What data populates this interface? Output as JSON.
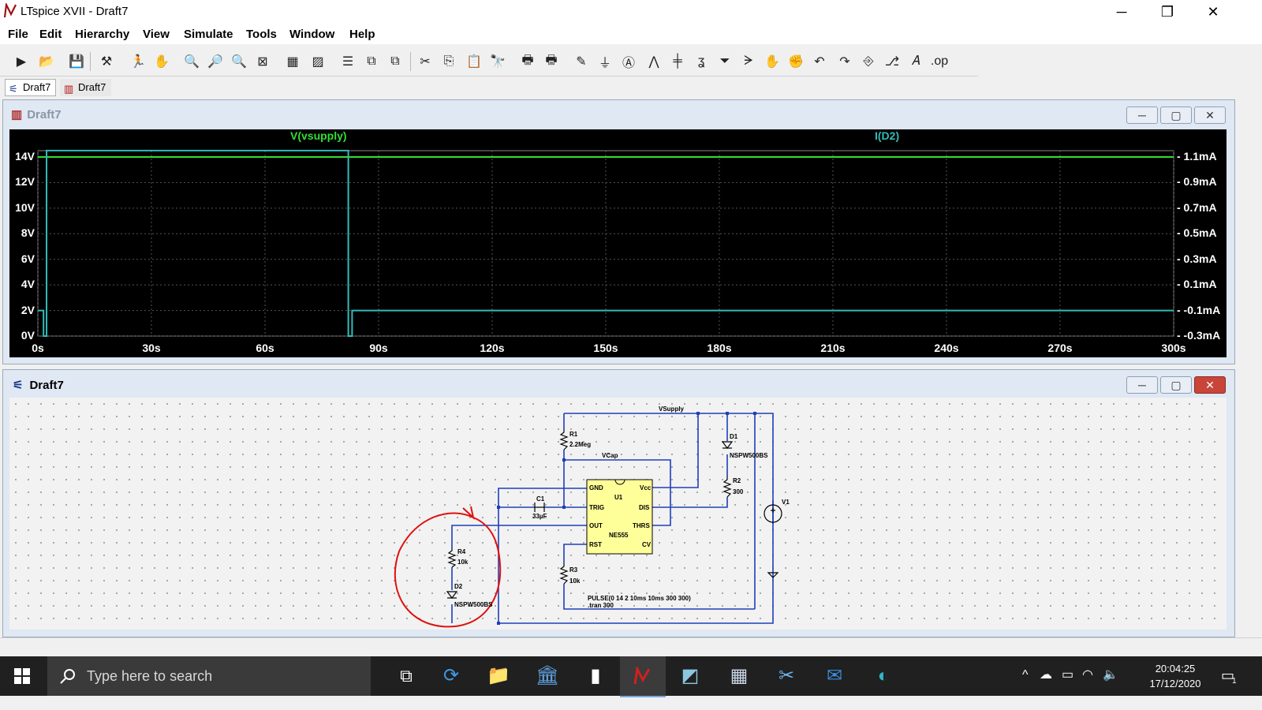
{
  "app": {
    "title": "LTspice XVII - Draft7",
    "minimize": "─",
    "maximize": "❐",
    "close": "✕"
  },
  "menu": [
    "File",
    "Edit",
    "Hierarchy",
    "View",
    "Simulate",
    "Tools",
    "Window",
    "Help"
  ],
  "tabs": [
    {
      "label": "Draft7",
      "icon": "schematic-icon",
      "active": true
    },
    {
      "label": "Draft7",
      "icon": "waveform-icon",
      "active": false
    }
  ],
  "waveform_window": {
    "title": "Draft7",
    "trace_labels": [
      "V(vsupply)",
      "I(D2)"
    ],
    "trace_colors": [
      "#33dd33",
      "#33bbbb"
    ],
    "y_left_ticks": [
      "14V",
      "12V",
      "10V",
      "8V",
      "6V",
      "4V",
      "2V",
      "0V"
    ],
    "y_right_ticks": [
      "1.1mA",
      "0.9mA",
      "0.7mA",
      "0.5mA",
      "0.3mA",
      "0.1mA",
      "-0.1mA",
      "-0.3mA"
    ],
    "x_ticks": [
      "0s",
      "30s",
      "60s",
      "90s",
      "120s",
      "150s",
      "180s",
      "210s",
      "240s",
      "270s",
      "300s"
    ]
  },
  "chart_data": {
    "type": "line",
    "xlim": [
      0,
      300
    ],
    "ylim_left": [
      0,
      14
    ],
    "ylim_right": [
      -0.3,
      1.1
    ],
    "grid": true,
    "series": [
      {
        "name": "V(vsupply)",
        "axis": "left",
        "x": [
          0,
          300
        ],
        "y": [
          14,
          14
        ]
      },
      {
        "name": "I(D2)",
        "axis": "right",
        "x": [
          0,
          1.5,
          1.5,
          2.3,
          2.3,
          82,
          82,
          83,
          83,
          85,
          85,
          300
        ],
        "y": [
          -0.1,
          -0.1,
          -0.3,
          -0.3,
          1.15,
          1.15,
          -0.3,
          -0.3,
          -0.1,
          -0.1,
          -0.1,
          -0.1
        ]
      }
    ]
  },
  "schematic_window": {
    "title": "Draft7",
    "labels": {
      "vsupply": "VSupply",
      "vcap": "VCap",
      "r1": "R1",
      "r1v": "2.2Meg",
      "d1": "D1",
      "d1v": "NSPW500BS",
      "r2": "R2",
      "r2v": "300",
      "v1": "V1",
      "c1": "C1",
      "c1v": "33µF",
      "u1": "U1",
      "ic": "NE555",
      "gnd": "GND",
      "trig": "TRIG",
      "out": "OUT",
      "rst": "RST",
      "vcc": "Vcc",
      "dis": "DIS",
      "thrs": "THRS",
      "cv": "CV",
      "r3": "R3",
      "r3v": "10k",
      "r4": "R4",
      "r4v": "10k",
      "d2": "D2",
      "d2v": "NSPW500BS",
      "pulse": "PULSE(0 14 2 10ms 10ms 300 300)",
      "tran": ".tran 300"
    }
  },
  "taskbar": {
    "search_placeholder": "Type here to search",
    "time": "20:04:25",
    "date": "17/12/2020",
    "notifications": "1"
  }
}
